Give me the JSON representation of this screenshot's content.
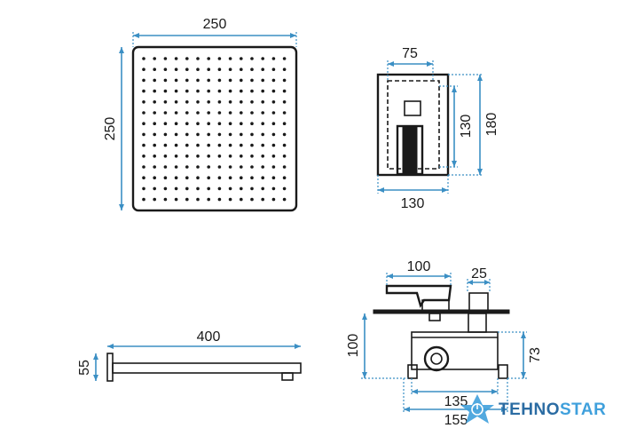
{
  "shower_head": {
    "width_label": "250",
    "height_label": "250",
    "dot_grid": {
      "rows": 14,
      "cols": 14
    }
  },
  "valve_plate": {
    "inner_width_label": "75",
    "inner_height_label": "130",
    "outer_height_label": "180",
    "outer_width_label": "130"
  },
  "shower_arm": {
    "length_label": "400",
    "height_label": "55"
  },
  "mixer_body": {
    "lever_label": "100",
    "knob_label": "25",
    "total_height_label": "100",
    "body_height_label": "73",
    "body_width_label": "135",
    "plate_width_label": "155"
  },
  "logo": {
    "text_a": "TEHNO",
    "text_b": "STAR",
    "color_a": "#2b6ca3",
    "color_b": "#3fa0dc"
  },
  "colors": {
    "dimension": "#3b8fc4",
    "object": "#1a1a1a"
  }
}
